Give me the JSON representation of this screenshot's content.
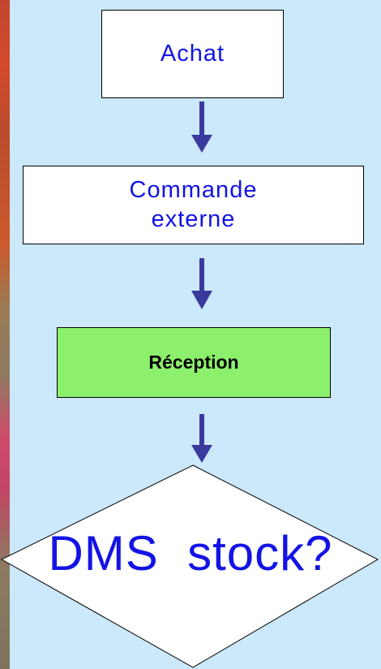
{
  "diagram": {
    "nodes": [
      {
        "id": "achat",
        "label": "Achat",
        "shape": "rectangle",
        "fill": "#ffffff",
        "text_color": "#1313e6"
      },
      {
        "id": "commande",
        "label": "Commande\nexterne",
        "shape": "rectangle",
        "fill": "#ffffff",
        "text_color": "#1313e6"
      },
      {
        "id": "reception",
        "label": "Réception",
        "shape": "rectangle",
        "fill": "#8cf06c",
        "text_color": "#000000",
        "bold": true
      },
      {
        "id": "decision",
        "label": "DMS  stock?",
        "shape": "diamond",
        "fill": "#ffffff",
        "text_color": "#1313e6"
      }
    ],
    "edges": [
      {
        "from": "achat",
        "to": "commande"
      },
      {
        "from": "commande",
        "to": "reception"
      },
      {
        "from": "reception",
        "to": "decision"
      }
    ],
    "colors": {
      "background": "#cce8fb",
      "arrow": "#3a3a9e"
    }
  }
}
